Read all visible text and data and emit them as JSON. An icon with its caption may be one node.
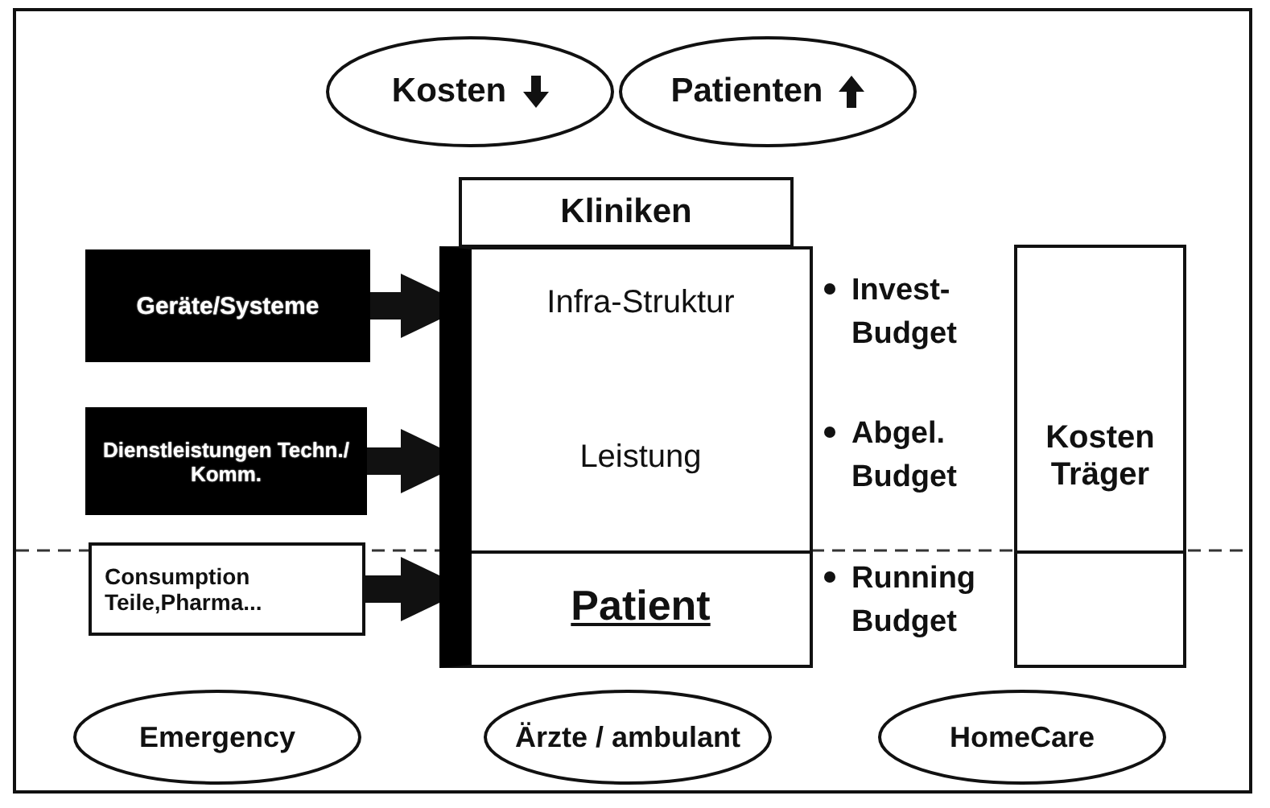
{
  "diagram": {
    "nodes": [
      {
        "text": [
          "Kosten"
        ]
      },
      {
        "text": [
          "Patienten"
        ]
      },
      {
        "text": [
          "Kliniken"
        ]
      },
      {
        "text": [
          "Infra-Struktur",
          "Leistung",
          "Patient"
        ]
      },
      {
        "text": [
          "Geräte/Systeme"
        ]
      },
      {
        "text": [
          "Dienstleistungen Techn./ Komm."
        ]
      },
      {
        "text": [
          "Consumption Teile,Pharma..."
        ]
      },
      {
        "text": [
          "Kosten Träger"
        ]
      },
      {
        "text": [
          "Emergency"
        ]
      },
      {
        "text": [
          "Ärzte / ambulant"
        ]
      },
      {
        "text": [
          "HomeCare"
        ]
      }
    ],
    "edges": [
      {
        "from": 4,
        "to": 3,
        "arrow": "to"
      },
      {
        "from": 5,
        "to": 3,
        "arrow": "to"
      },
      {
        "from": 6,
        "to": 3,
        "arrow": "to"
      }
    ],
    "labels": [
      "Invest- Budget",
      "Abgel. Budget",
      "Running Budget"
    ]
  }
}
